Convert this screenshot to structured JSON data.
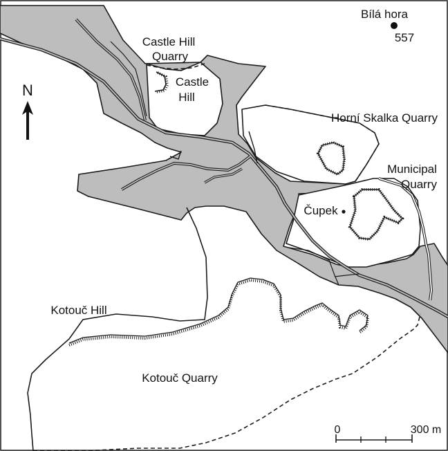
{
  "colors": {
    "valley_fill": "#bdbdbd",
    "line": "#1a1a1a",
    "background": "#ffffff"
  },
  "labels": {
    "bila_hora_name": "Bílá hora",
    "bila_hora_elevation": "557",
    "castle_hill_quarry_line1": "Castle Hill",
    "castle_hill_quarry_line2": "Quarry",
    "castle_hill_line1": "Castle",
    "castle_hill_line2": "Hill",
    "horni_skalka_quarry": "Horní Skalka Quarry",
    "municipal_quarry_line1": "Municipal",
    "municipal_quarry_line2": "Quarry",
    "cupek": "Čupek",
    "kotouc_hill": "Kotouč Hill",
    "kotouc_quarry": "Kotouč Quarry"
  },
  "north_arrow": {
    "letter": "N",
    "icon": "north-arrow-icon"
  },
  "scale_bar": {
    "start_label": "0",
    "end_label": "300 m"
  }
}
